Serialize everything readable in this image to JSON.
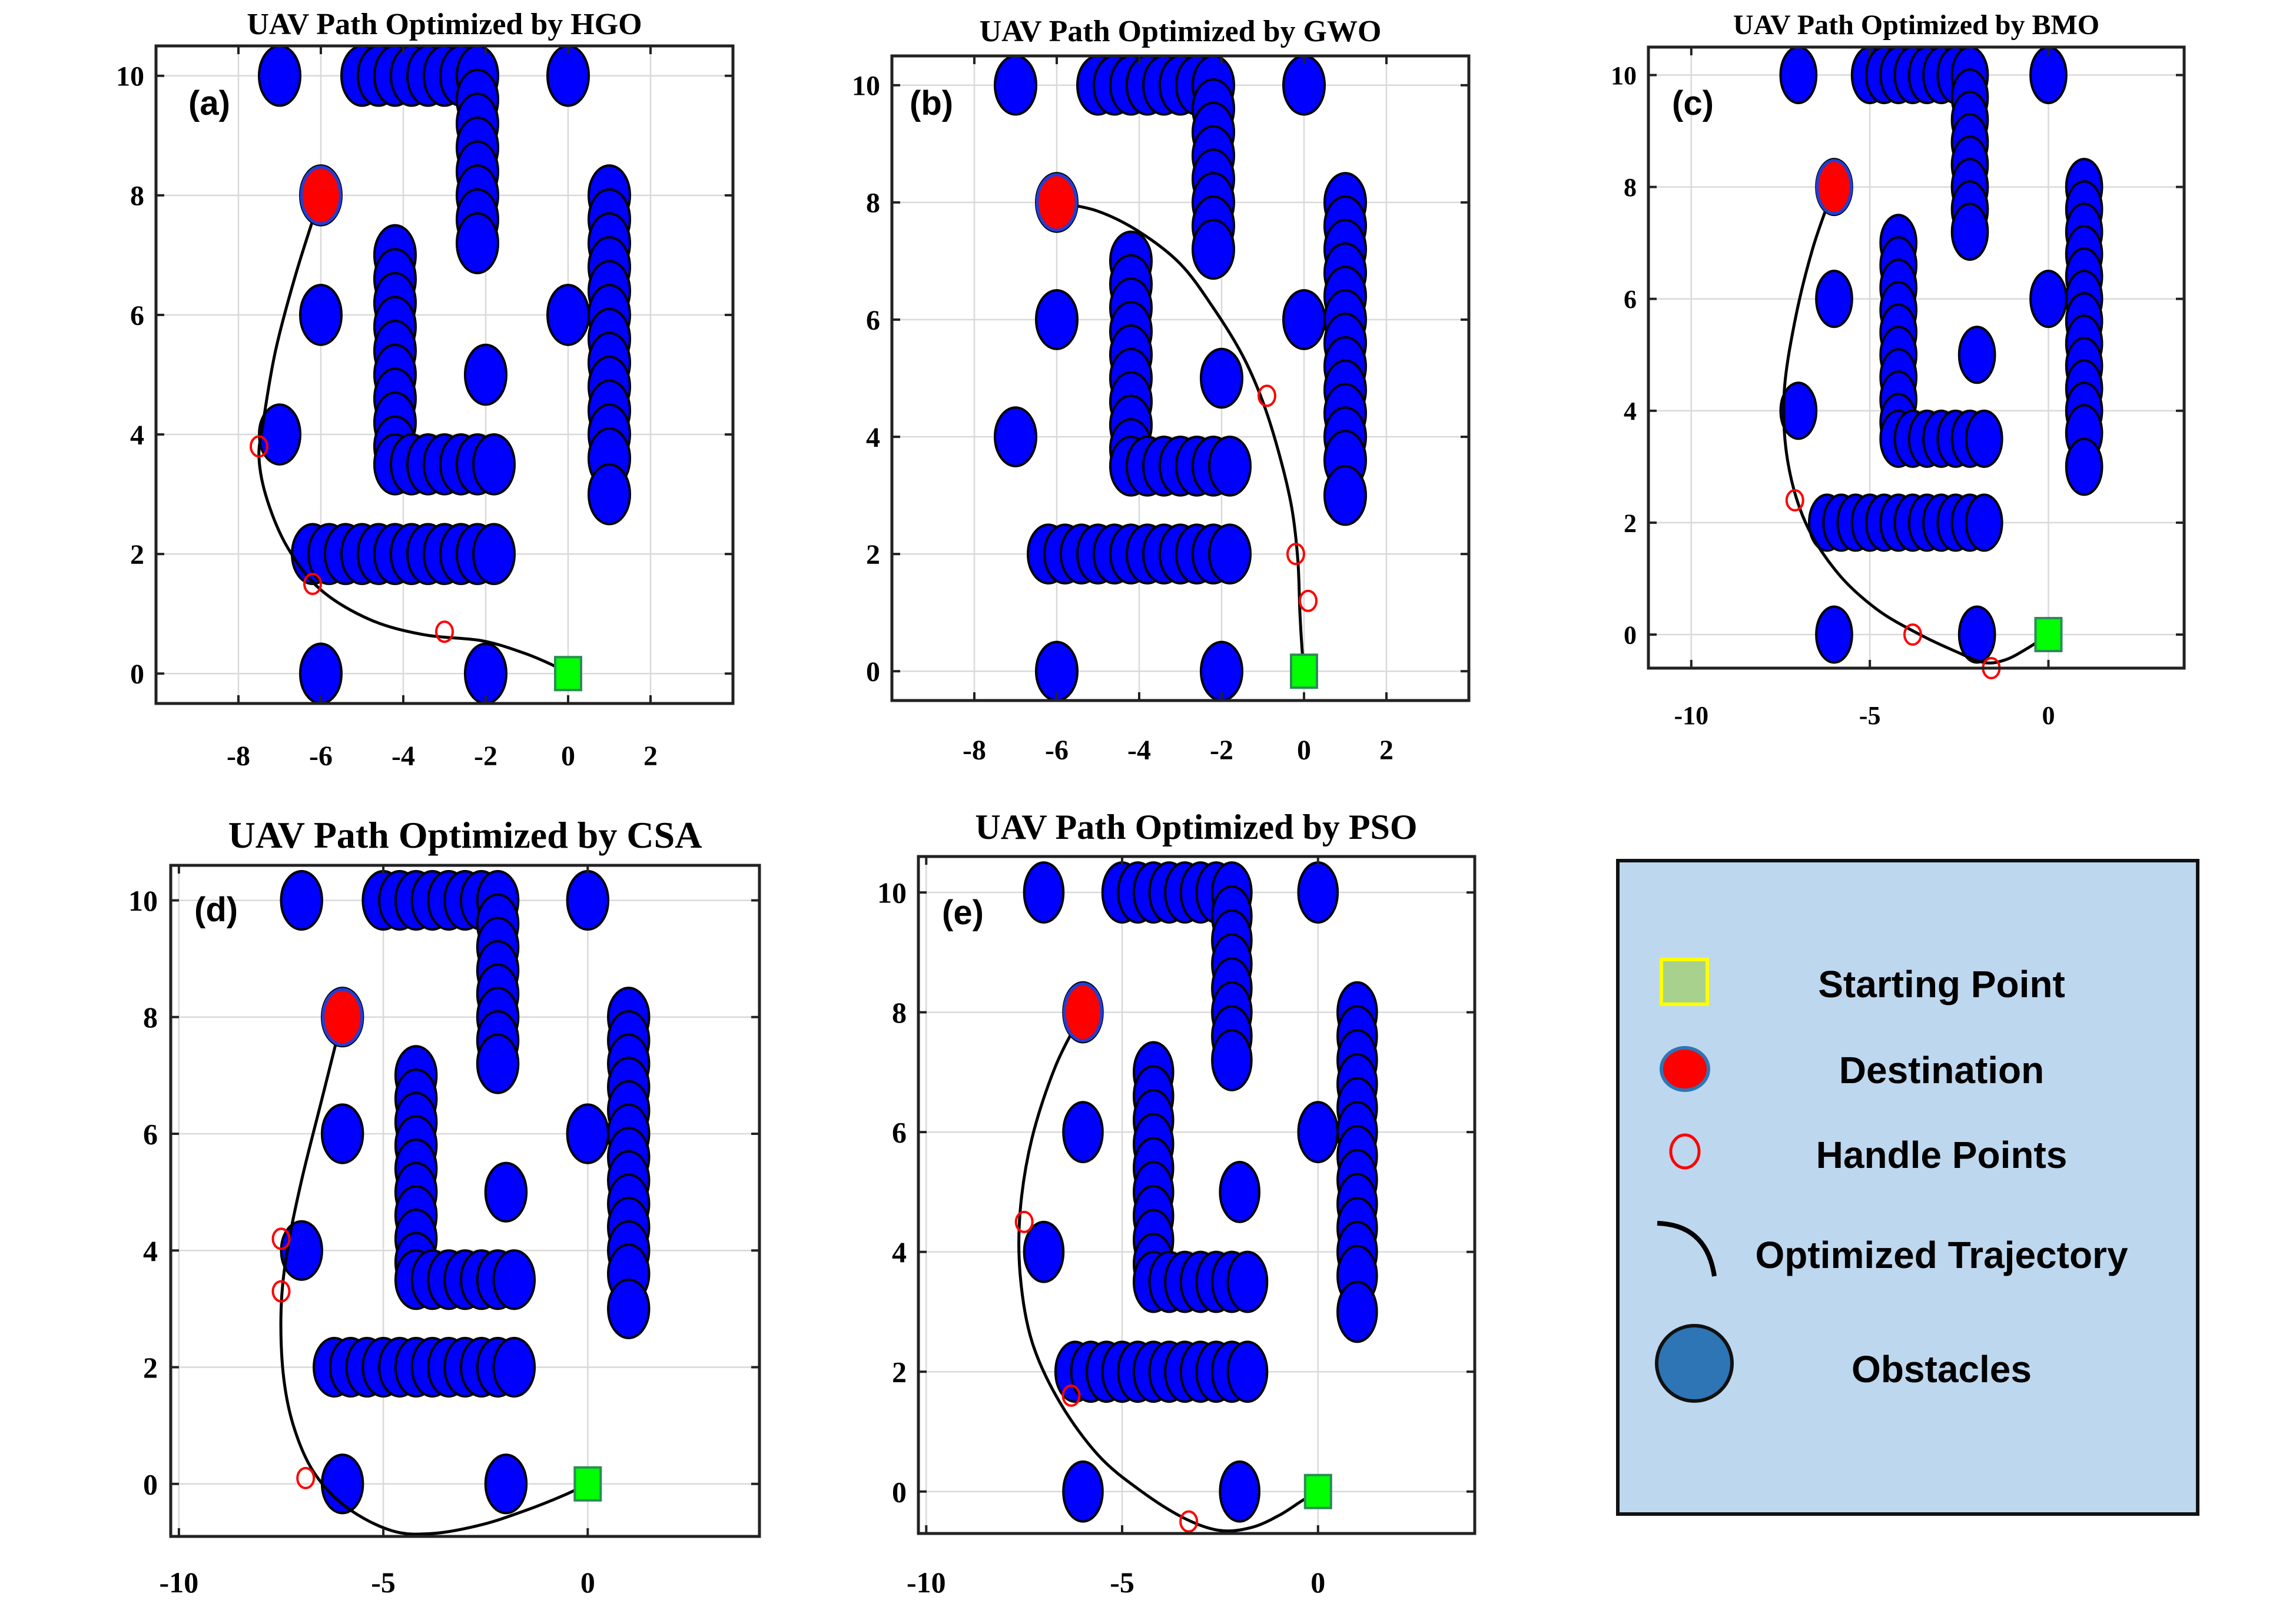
{
  "legend": {
    "bg_color": "#bdd7ee",
    "items": [
      {
        "label": "Starting Point",
        "symbol": "square-green-yellow-border"
      },
      {
        "label": "Destination",
        "symbol": "circle-red-blue-border"
      },
      {
        "label": "Handle Points",
        "symbol": "circle-red-outline"
      },
      {
        "label": "Optimized Trajectory",
        "symbol": "black-curve"
      },
      {
        "label": "Obstacles",
        "symbol": "circle-blue"
      }
    ]
  },
  "colors": {
    "obstacle_fill": "#0000ff",
    "start_fill": "#00ff00",
    "destination_fill": "#ff0000",
    "handle_stroke": "#ff0000",
    "trajectory": "#000000",
    "legend_start_fill": "#a9d18e",
    "legend_start_border": "#ffff00",
    "legend_obstacle_fill": "#2e75b6"
  },
  "chart_data": [
    {
      "type": "scatter",
      "label": "(a)",
      "title": "UAV Path Optimized by HGO",
      "xticks": [
        -8,
        -6,
        -4,
        -2,
        0,
        2
      ],
      "xlim": [
        -10,
        4
      ],
      "yticks": [
        0,
        2,
        4,
        6,
        8,
        10
      ],
      "ylim": [
        -0.5,
        10.5
      ],
      "start": [
        0,
        0
      ],
      "destination": [
        -6,
        8
      ],
      "handles": [
        [
          -7.5,
          3.8
        ],
        [
          -6.2,
          1.5
        ],
        [
          -3,
          0.7
        ]
      ],
      "path": [
        [
          -6,
          8
        ],
        [
          -6.6,
          6.7
        ],
        [
          -7.1,
          5.4
        ],
        [
          -7.4,
          4.2
        ],
        [
          -7.5,
          3.6
        ],
        [
          -7.3,
          2.9
        ],
        [
          -6.8,
          2.1
        ],
        [
          -6.0,
          1.4
        ],
        [
          -4.8,
          0.9
        ],
        [
          -3.5,
          0.65
        ],
        [
          -2.1,
          0.55
        ],
        [
          -1.1,
          0.35
        ],
        [
          -0.4,
          0.15
        ],
        [
          0,
          0
        ]
      ]
    },
    {
      "type": "scatter",
      "label": "(b)",
      "title": "UAV Path Optimized by GWO",
      "xticks": [
        -8,
        -6,
        -4,
        -2,
        0,
        2
      ],
      "xlim": [
        -10,
        4
      ],
      "yticks": [
        0,
        2,
        4,
        6,
        8,
        10
      ],
      "ylim": [
        -0.5,
        10.5
      ],
      "start": [
        0,
        0
      ],
      "destination": [
        -6,
        8
      ],
      "handles": [
        [
          -0.9,
          4.7
        ],
        [
          -0.2,
          2.0
        ],
        [
          0.1,
          1.2
        ]
      ],
      "path": [
        [
          -6,
          8
        ],
        [
          -5,
          7.85
        ],
        [
          -4,
          7.5
        ],
        [
          -3,
          6.95
        ],
        [
          -2.2,
          6.2
        ],
        [
          -1.5,
          5.4
        ],
        [
          -1.0,
          4.6
        ],
        [
          -0.6,
          3.7
        ],
        [
          -0.3,
          2.8
        ],
        [
          -0.15,
          1.9
        ],
        [
          -0.1,
          1.0
        ],
        [
          -0.05,
          0.4
        ],
        [
          0,
          0
        ]
      ]
    },
    {
      "type": "scatter",
      "label": "(c)",
      "title": "UAV Path Optimized by BMO",
      "xticks": [
        -10,
        -5,
        0
      ],
      "xlim": [
        -11.2,
        3.8
      ],
      "yticks": [
        0,
        2,
        4,
        6,
        8,
        10
      ],
      "ylim": [
        -0.6,
        10.5
      ],
      "start": [
        0,
        0
      ],
      "destination": [
        -6,
        8
      ],
      "handles": [
        [
          -7.1,
          2.4
        ],
        [
          -3.8,
          0
        ],
        [
          -1.6,
          -0.6
        ]
      ],
      "path": [
        [
          -6,
          8
        ],
        [
          -6.6,
          6.9
        ],
        [
          -7.1,
          5.6
        ],
        [
          -7.4,
          4.3
        ],
        [
          -7.3,
          3.1
        ],
        [
          -6.8,
          2.0
        ],
        [
          -5.9,
          1.1
        ],
        [
          -4.8,
          0.45
        ],
        [
          -3.6,
          0.0
        ],
        [
          -2.6,
          -0.3
        ],
        [
          -1.8,
          -0.5
        ],
        [
          -1.2,
          -0.45
        ],
        [
          -0.6,
          -0.25
        ],
        [
          0,
          0
        ]
      ]
    },
    {
      "type": "scatter",
      "label": "(d)",
      "title": "UAV Path Optimized by CSA",
      "xticks": [
        -10,
        -5,
        0
      ],
      "xlim": [
        -10.2,
        4.2
      ],
      "yticks": [
        0,
        2,
        4,
        6,
        8,
        10
      ],
      "ylim": [
        -0.9,
        10.6
      ],
      "start": [
        0,
        0
      ],
      "destination": [
        -6,
        8
      ],
      "handles": [
        [
          -7.5,
          4.2
        ],
        [
          -7.5,
          3.3
        ],
        [
          -6.9,
          0.1
        ]
      ],
      "path": [
        [
          -6,
          8
        ],
        [
          -6.5,
          6.6
        ],
        [
          -7.0,
          5.2
        ],
        [
          -7.35,
          4.0
        ],
        [
          -7.5,
          3.0
        ],
        [
          -7.45,
          1.9
        ],
        [
          -7.2,
          1.0
        ],
        [
          -6.7,
          0.2
        ],
        [
          -5.9,
          -0.4
        ],
        [
          -4.8,
          -0.8
        ],
        [
          -3.8,
          -0.85
        ],
        [
          -2.6,
          -0.7
        ],
        [
          -1.5,
          -0.45
        ],
        [
          -0.6,
          -0.2
        ],
        [
          0,
          0
        ]
      ]
    },
    {
      "type": "scatter",
      "label": "(e)",
      "title": "UAV Path Optimized by PSO",
      "xticks": [
        -10,
        -5,
        0
      ],
      "xlim": [
        -10.2,
        4.0
      ],
      "yticks": [
        0,
        2,
        4,
        6,
        8,
        10
      ],
      "ylim": [
        -0.7,
        10.6
      ],
      "start": [
        0,
        0
      ],
      "destination": [
        -6,
        8
      ],
      "handles": [
        [
          -7.5,
          4.5
        ],
        [
          -6.3,
          1.6
        ],
        [
          -3.3,
          -0.5
        ]
      ],
      "path": [
        [
          -6,
          8
        ],
        [
          -6.7,
          7.1
        ],
        [
          -7.3,
          5.9
        ],
        [
          -7.6,
          4.7
        ],
        [
          -7.6,
          3.6
        ],
        [
          -7.3,
          2.5
        ],
        [
          -6.6,
          1.5
        ],
        [
          -5.6,
          0.6
        ],
        [
          -4.5,
          0.0
        ],
        [
          -3.4,
          -0.45
        ],
        [
          -2.5,
          -0.65
        ],
        [
          -1.7,
          -0.6
        ],
        [
          -1.0,
          -0.4
        ],
        [
          -0.4,
          -0.15
        ],
        [
          0,
          0
        ]
      ]
    }
  ],
  "obstacles": [
    [
      -7,
      10
    ],
    [
      -5,
      10
    ],
    [
      -4.6,
      10
    ],
    [
      -4.2,
      10
    ],
    [
      -3.8,
      10
    ],
    [
      -3.4,
      10
    ],
    [
      -3,
      10
    ],
    [
      -2.6,
      10
    ],
    [
      -2.2,
      10
    ],
    [
      0,
      10
    ],
    [
      -2.2,
      9.6
    ],
    [
      -2.2,
      9.2
    ],
    [
      -2.2,
      8.8
    ],
    [
      -2.2,
      8.4
    ],
    [
      -2.2,
      8.0
    ],
    [
      -2.2,
      7.6
    ],
    [
      -2.2,
      7.2
    ],
    [
      -6,
      8
    ],
    [
      -6,
      6
    ],
    [
      -2,
      5
    ],
    [
      0,
      6
    ],
    [
      -7,
      4
    ],
    [
      -4.2,
      7
    ],
    [
      -4.2,
      6.6
    ],
    [
      -4.2,
      6.2
    ],
    [
      -4.2,
      5.8
    ],
    [
      -4.2,
      5.4
    ],
    [
      -4.2,
      5.0
    ],
    [
      -4.2,
      4.6
    ],
    [
      -4.2,
      4.2
    ],
    [
      -4.2,
      3.8
    ],
    [
      -4.2,
      3.5
    ],
    [
      -3.8,
      3.5
    ],
    [
      -3.4,
      3.5
    ],
    [
      -3.0,
      3.5
    ],
    [
      -2.6,
      3.5
    ],
    [
      -2.2,
      3.5
    ],
    [
      -1.8,
      3.5
    ],
    [
      -6.2,
      2
    ],
    [
      -5.8,
      2
    ],
    [
      -5.4,
      2
    ],
    [
      -5.0,
      2
    ],
    [
      -4.6,
      2
    ],
    [
      -4.2,
      2
    ],
    [
      -3.8,
      2
    ],
    [
      -3.4,
      2
    ],
    [
      -3.0,
      2
    ],
    [
      -2.6,
      2
    ],
    [
      -2.2,
      2
    ],
    [
      -1.8,
      2
    ],
    [
      1,
      8
    ],
    [
      1,
      7.6
    ],
    [
      1,
      7.2
    ],
    [
      1,
      6.8
    ],
    [
      1,
      6.4
    ],
    [
      1,
      6.0
    ],
    [
      1,
      5.6
    ],
    [
      1,
      5.2
    ],
    [
      1,
      4.8
    ],
    [
      1,
      4.4
    ],
    [
      1,
      4.0
    ],
    [
      1,
      3.6
    ],
    [
      1,
      3.0
    ],
    [
      -6,
      0
    ],
    [
      -2,
      0
    ]
  ]
}
